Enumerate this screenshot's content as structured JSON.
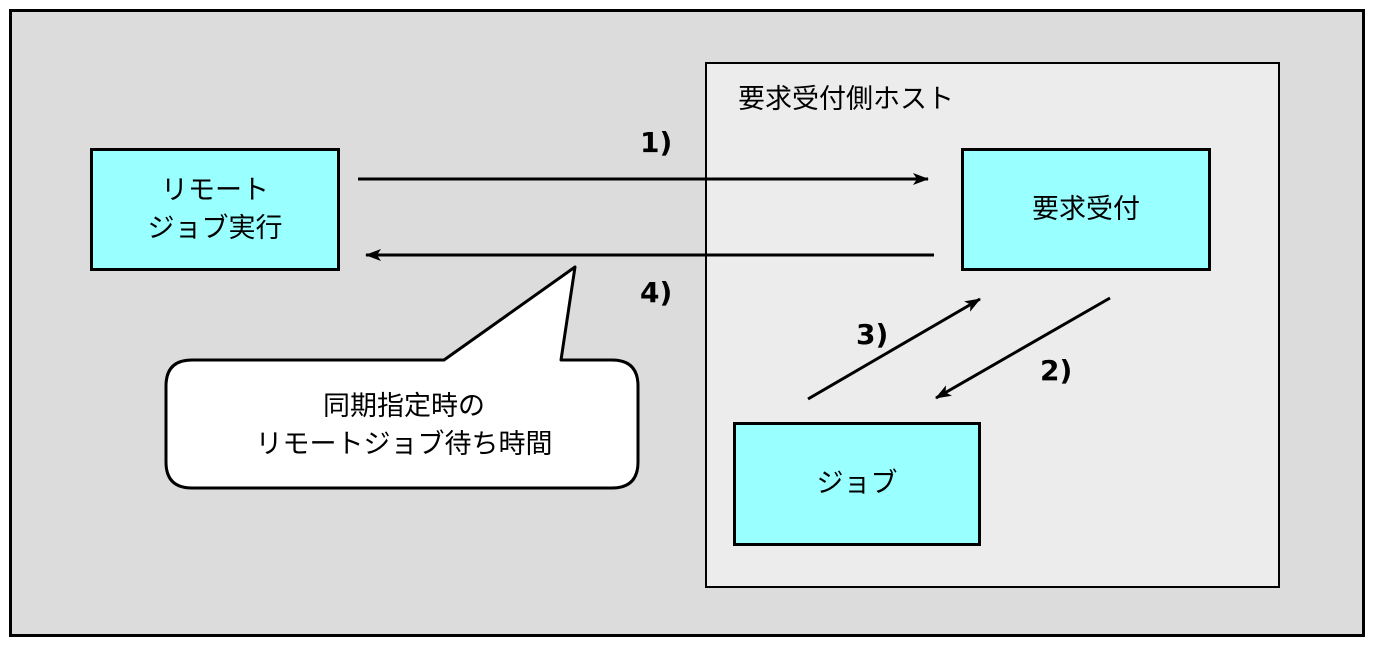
{
  "host": {
    "label": "要求受付側ホスト"
  },
  "nodes": {
    "remote_job_execution": {
      "line1": "リモート",
      "line2": "ジョブ実行"
    },
    "request_reception": {
      "label": "要求受付"
    },
    "job": {
      "label": "ジョブ"
    }
  },
  "steps": {
    "step1": "1)",
    "step2": "2)",
    "step3": "3)",
    "step4": "4)"
  },
  "callout": {
    "line1": "同期指定時の",
    "line2": "リモートジョブ待ち時間"
  },
  "colors": {
    "background": "#dcdcdc",
    "host_background": "#ececec",
    "box_fill": "#99ffff",
    "callout_fill": "#ffffff",
    "stroke": "#000000"
  }
}
